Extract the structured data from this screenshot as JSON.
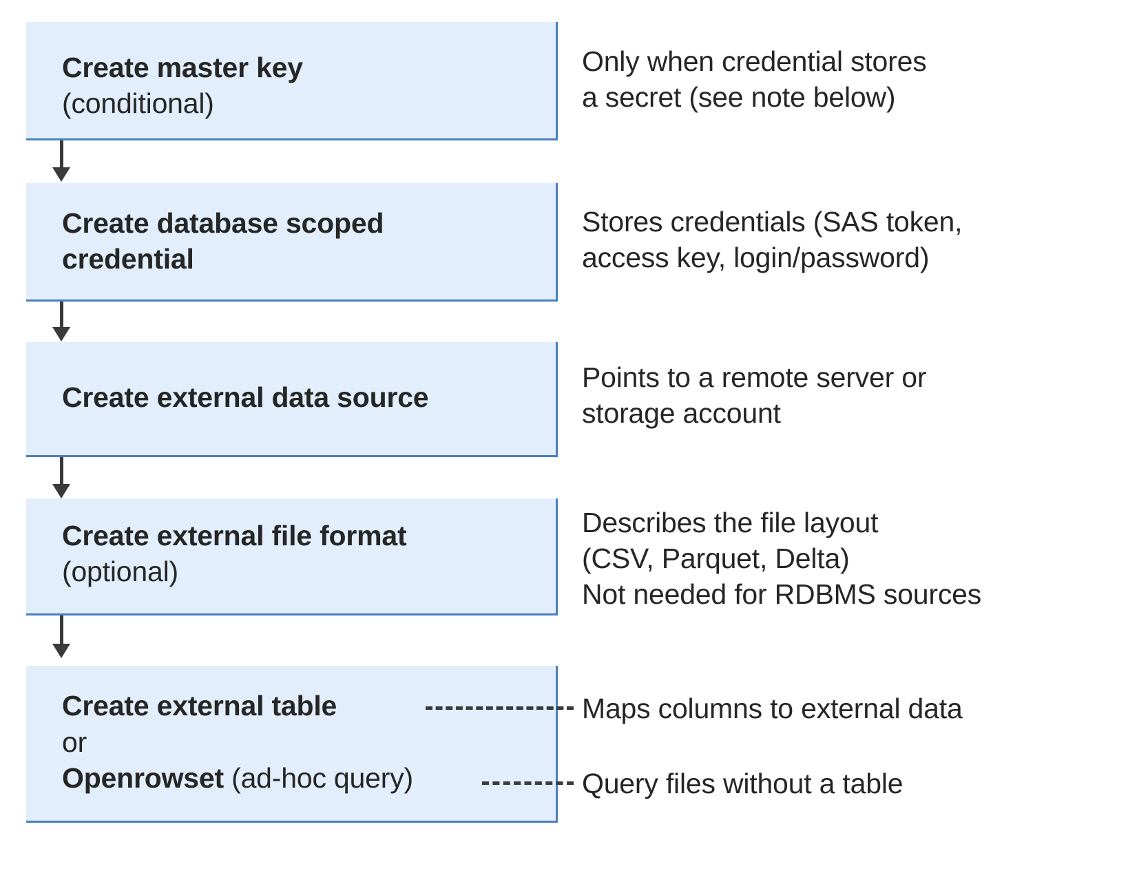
{
  "diagram": {
    "type": "flowchart",
    "title": "",
    "theme": {
      "box_fill": "#e2eefb",
      "box_border": "#4a7fbd",
      "arrow_color": "#3a3a3a",
      "text_color": "#262626",
      "background": "#ffffff"
    },
    "steps": [
      {
        "id": "create-master-key",
        "title": "Create master key",
        "subtitle": "(conditional)",
        "description": "Only when credential stores\na secret (see note below)",
        "connector": "arrow-down"
      },
      {
        "id": "create-database-scoped-credential",
        "title": "Create database scoped\ncredential",
        "subtitle": "",
        "description": "Stores credentials (SAS token,\naccess key, login/password)",
        "connector": "arrow-down"
      },
      {
        "id": "create-external-data-source",
        "title": "Create external data source",
        "subtitle": "",
        "description": "Points to a remote server or\nstorage account",
        "connector": "arrow-down"
      },
      {
        "id": "create-external-file-format",
        "title": "Create external file format",
        "subtitle": "(optional)",
        "description": "Describes the file layout\n(CSV, Parquet, Delta)\nNot needed for RDBMS sources",
        "connector": "arrow-down"
      },
      {
        "id": "create-external-table-or-openrowset",
        "title": "Create external table",
        "or_label": "or",
        "alt_title": "Openrowset",
        "alt_suffix": " (ad-hoc query)",
        "description_primary": "Maps columns to external data",
        "description_alt": "Query files without a table",
        "connector": "dashed"
      }
    ]
  }
}
